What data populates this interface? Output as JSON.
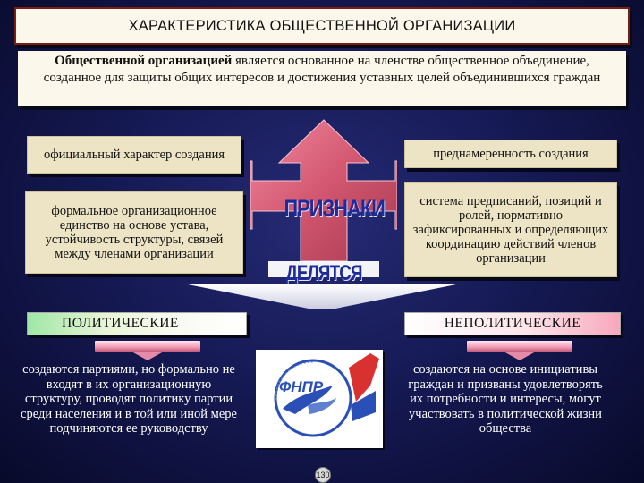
{
  "title": "ХАРАКТЕРИСТИКА ОБЩЕСТВЕННОЙ ОРГАНИЗАЦИИ",
  "definition": {
    "term": "Общественной организацией",
    "text": " является основанное на членстве общественное объединение, созданное для защиты общих интересов и достижения уставных целей объединившихся граждан"
  },
  "signs": {
    "official": "официальный характер создания",
    "formal": "формальное организационное единство на основе устава, устойчивость структуры, связей между членами организации",
    "intent": "преднамеренность создания",
    "system": "система предписаний, позиций и ролей, нормативно зафиксированных и определяющих координацию действий членов организации"
  },
  "arrow_labels": {
    "signs": "ПРИЗНАКИ",
    "divided": "ДЕЛЯТСЯ НА:"
  },
  "categories": {
    "political": "ПОЛИТИЧЕСКИЕ",
    "nonpolitical": "НЕПОЛИТИЧЕСКИЕ"
  },
  "descriptions": {
    "political": "создаются партиями, но формально не входят в их организационную структуру, проводят политику партии среди населения и в той или иной мере подчиняются ее руководству",
    "nonpolitical": "создаются на основе инициативы граждан и призваны удовлетворять их потребности и интересы, могут участвовать в политической жизни общества"
  },
  "logo": {
    "abbr": "ФНПР",
    "motto": "Единство Солидарность Справедливость"
  },
  "page_number": "130",
  "colors": {
    "arrow": "#d95a72",
    "label_blue": "#1d2a9a",
    "box_beige": "#ece4c4",
    "background": "#161a55"
  },
  "icons": {
    "arrow": "four-way-arrow",
    "logo": "fnpr-trade-union-emblem"
  }
}
